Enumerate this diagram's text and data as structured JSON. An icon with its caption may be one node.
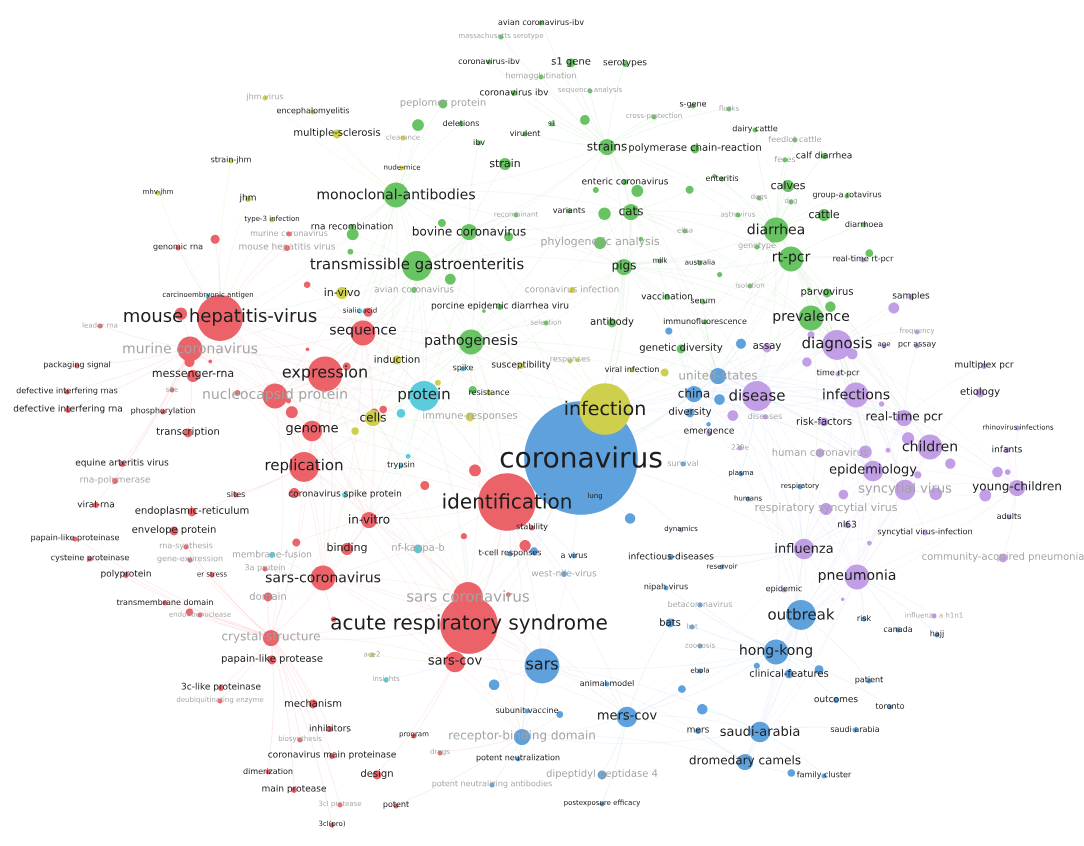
{
  "diagram": {
    "labels": [
      "avian coronavirus-ibv",
      "massachusetts serotype",
      "coronavirus-ibv",
      "s1 gene",
      "serotypes",
      "hemagglutination",
      "coronavirus ibv",
      "sequence analysis",
      "jhm virus",
      "peplomer protein",
      "s-gene",
      "flocks",
      "encephalomyelitis",
      "cross-protection",
      "deletions",
      "s1",
      "dairy cattle",
      "virulent",
      "multiple-sclerosis",
      "clearance",
      "feedlot cattle",
      "ibv",
      "strains",
      "polymerase chain-reaction",
      "calf diarrhea",
      "feces",
      "strain-jhm",
      "strain",
      "nude-mice",
      "enteric coronavirus",
      "enteritis",
      "calves",
      "mhv-jhm",
      "monoclonal-antibodies",
      "group-a rotavirus",
      "dogs",
      "dog",
      "jhm",
      "astrovirus",
      "cattle",
      "variants",
      "cats",
      "recombinant",
      "type-3 infection",
      "diarrhoea",
      "rna recombination",
      "diarrhea",
      "bovine coronavirus",
      "elisa",
      "murine coronavirus",
      "phylogenetic analysis",
      "genotype",
      "genomic rna",
      "mouse hepatitis virus",
      "rt-pcr",
      "real-time rt-pcr",
      "milk",
      "australia",
      "transmissible gastroenteritis",
      "pigs",
      "isolation",
      "avian coronavirus",
      "coronavirus infection",
      "in-vivo",
      "parvovirus",
      "carcinoembryonic antigen",
      "samples",
      "vaccination",
      "serum",
      "porcine epidemic diarrhea viru",
      "sialic acid",
      "mouse hepatitis-virus",
      "prevalence",
      "immunofluorescence",
      "selection",
      "antibody",
      "leader rna",
      "frequency",
      "sequence",
      "pathogenesis",
      "diagnosis",
      "age",
      "pcr assay",
      "murine coronavirus",
      "genetic diversity",
      "assay",
      "induction",
      "responses",
      "packaging signal",
      "multiplex pcr",
      "spike",
      "susceptibility",
      "viral infection",
      "united-states",
      "time rt-pcr",
      "expression",
      "messenger-rna",
      "defective interfering rnas",
      "site",
      "etiology",
      "resistance",
      "china",
      "nucleocapsid protein",
      "protein",
      "disease",
      "infections",
      "infection",
      "defective interfering rna",
      "phosphorylation",
      "diversity",
      "diseases",
      "immune-responses",
      "cells",
      "real-time pcr",
      "risk-factors",
      "rhinovirus infections",
      "genome",
      "transcription",
      "emergence",
      "children",
      "229e",
      "infants",
      "human coronavirus",
      "coronavirus",
      "survival",
      "equine arteritis virus",
      "trypsin",
      "replication",
      "epidemiology",
      "plasma",
      "rna-polymerase",
      "respiratory",
      "syncytial virus",
      "young-children",
      "sites",
      "coronavirus spike protein",
      "lung",
      "humans",
      "identification",
      "viral-rna",
      "respiratory syncytial virus",
      "endoplasmic-reticulum",
      "adults",
      "in-vitro",
      "nl63",
      "stability",
      "dynamics",
      "envelope protein",
      "syncytial virus-infection",
      "papain-like proteinase",
      "rna-synthesis",
      "binding",
      "nf-kappa-b",
      "influenza",
      "t-cell responses",
      "membrane-fusion",
      "a virus",
      "infectious-diseases",
      "community-acquired pneumonia",
      "cysteine proteinase",
      "gene-expression",
      "reservoir",
      "3a protein",
      "west-nile-virus",
      "polyprotein",
      "er stress",
      "pneumonia",
      "sars-coronavirus",
      "nipah virus",
      "epidemic",
      "domain",
      "sars coronavirus",
      "transmembrane domain",
      "betacoronavirus",
      "endoribonuclease",
      "outbreak",
      "influenza a h1n1",
      "risk",
      "bats",
      "bat",
      "acute respiratory syndrome",
      "canada",
      "hajj",
      "crystal-structure",
      "zoonosis",
      "hong-kong",
      "ace2",
      "papain-like protease",
      "sars-cov",
      "sars",
      "ebola",
      "clinical-features",
      "insights",
      "patient",
      "animal model",
      "3c-like proteinase",
      "deubiquitinating enzyme",
      "outcomes",
      "mechanism",
      "toronto",
      "subunit vaccine",
      "mers-cov",
      "inhibitors",
      "saudi arabia",
      "mers",
      "saudi-arabia",
      "program",
      "receptor-binding domain",
      "biosynthesis",
      "drugs",
      "coronavirus main proteinase",
      "potent neutralization",
      "dromedary camels",
      "dimerization",
      "design",
      "dipeptidyl peptidase 4",
      "family cluster",
      "potent neutralizing antibodies",
      "main protease",
      "postexposure efficacy",
      "3cl protease",
      "potent",
      "3cl(pro)"
    ]
  }
}
